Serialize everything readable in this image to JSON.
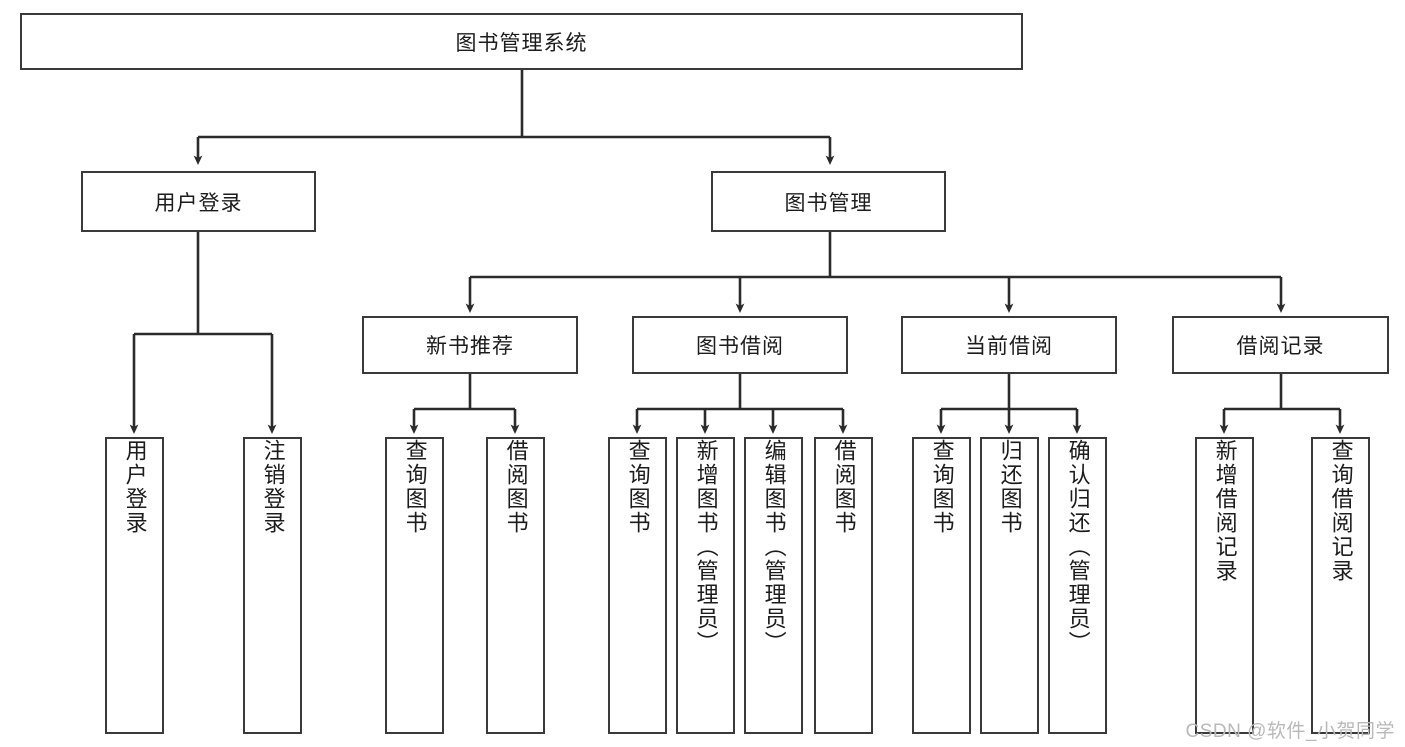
{
  "diagram": {
    "title": "图书管理系统",
    "type": "tree",
    "watermark": "CSDN @软件_小贺同学",
    "colors": {
      "box_border": "#3a3a3a",
      "box_fill": "#ffffff",
      "line": "#2b2b2b",
      "text": "#1c1c1c",
      "watermark": "#b9b9b9",
      "background": "#ffffff"
    },
    "root": {
      "label": "图书管理系统"
    },
    "level2": [
      {
        "id": "user-login",
        "label": "用户登录"
      },
      {
        "id": "book-manage",
        "label": "图书管理"
      }
    ],
    "level3": [
      {
        "id": "new-book-recommend",
        "label": "新书推荐",
        "parent": "book-manage"
      },
      {
        "id": "book-borrow",
        "label": "图书借阅",
        "parent": "book-manage"
      },
      {
        "id": "current-borrow",
        "label": "当前借阅",
        "parent": "book-manage"
      },
      {
        "id": "borrow-record",
        "label": "借阅记录",
        "parent": "book-manage"
      }
    ],
    "leaves": [
      {
        "id": "leaf-user-login",
        "label": "用户登录",
        "parent": "user-login"
      },
      {
        "id": "leaf-user-logout",
        "label": "注销登录",
        "parent": "user-login"
      },
      {
        "id": "leaf-query-book-1",
        "label": "查询图书",
        "parent": "new-book-recommend"
      },
      {
        "id": "leaf-borrow-book-1",
        "label": "借阅图书",
        "parent": "new-book-recommend"
      },
      {
        "id": "leaf-query-book-2",
        "label": "查询图书",
        "parent": "book-borrow"
      },
      {
        "id": "leaf-add-book",
        "label": "新增图书（管理员）",
        "parent": "book-borrow"
      },
      {
        "id": "leaf-edit-book",
        "label": "编辑图书（管理员）",
        "parent": "book-borrow"
      },
      {
        "id": "leaf-borrow-book-2",
        "label": "借阅图书",
        "parent": "book-borrow"
      },
      {
        "id": "leaf-query-book-3",
        "label": "查询图书",
        "parent": "current-borrow"
      },
      {
        "id": "leaf-return-book",
        "label": "归还图书",
        "parent": "current-borrow"
      },
      {
        "id": "leaf-confirm-return",
        "label": "确认归还（管理员）",
        "parent": "current-borrow"
      },
      {
        "id": "leaf-add-record",
        "label": "新增借阅记录",
        "parent": "borrow-record"
      },
      {
        "id": "leaf-query-record",
        "label": "查询借阅记录",
        "parent": "borrow-record"
      }
    ]
  }
}
